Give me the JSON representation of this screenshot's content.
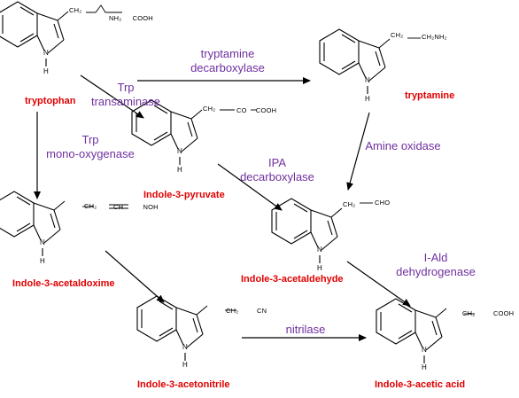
{
  "compounds": {
    "tryptophan": {
      "name": "tryptophan",
      "substituent": "NH₂ COOH"
    },
    "tryptamine": {
      "name": "tryptamine",
      "substituent": "CH₂NH₂"
    },
    "ipyr": {
      "name": "Indole-3-pyruvate",
      "substituent": "CO COOH"
    },
    "iald": {
      "name": "Indole-3-acetaldehyde",
      "substituent": "CHO"
    },
    "iaox": {
      "name": "Indole-3-acetaldoxime",
      "substituent": "CH NOH"
    },
    "ian": {
      "name": "Indole-3-acetonitrile",
      "substituent": "CN"
    },
    "iaa": {
      "name": "Indole-3-acetic acid",
      "substituent": "COOH"
    }
  },
  "ring_labels": {
    "nitrogen": "N",
    "hydrogen": "H",
    "methylene": "CH₂"
  },
  "enzymes": {
    "trp_decarboxylase": {
      "line1": "tryptamine",
      "line2": "decarboxylase"
    },
    "trp_transaminase": {
      "line1": "Trp",
      "line2": "transaminase"
    },
    "trp_monooxygenase": {
      "line1": "Trp",
      "line2": "mono-oxygenase"
    },
    "amine_oxidase": {
      "line1": "Amine oxidase"
    },
    "ipa_decarboxylase": {
      "line1": "IPA",
      "line2": "decarboxylase"
    },
    "iald_dehydrogenase": {
      "line1": "I-Ald",
      "line2": "dehydrogenase"
    },
    "nitrilase": {
      "line1": "nitrilase"
    }
  },
  "colors": {
    "compound_name": "#e00000",
    "enzyme": "#7030a0",
    "structure": "#000000"
  }
}
